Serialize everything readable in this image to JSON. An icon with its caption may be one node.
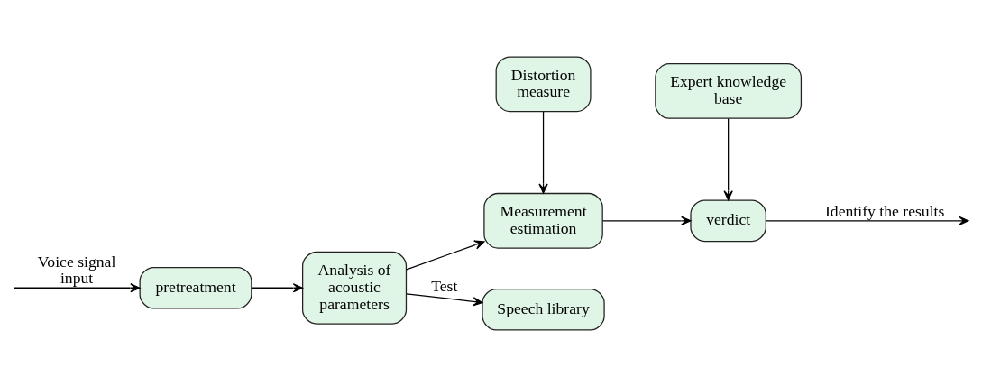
{
  "diagram": {
    "nodes": [
      {
        "text": [
          "pretreatment"
        ]
      },
      {
        "text": [
          "Analysis of acoustic parameters"
        ]
      },
      {
        "text": [
          "Distortion measure"
        ]
      },
      {
        "text": [
          "Measurement estimation"
        ]
      },
      {
        "text": [
          "verdict"
        ]
      },
      {
        "text": [
          "Speech library"
        ]
      },
      {
        "text": [
          "Expert knowledge base"
        ]
      }
    ],
    "edges": [
      {
        "from": null,
        "to": 0,
        "arrow": "to",
        "label": "Voice signal input"
      },
      {
        "from": 0,
        "to": 1,
        "arrow": "to"
      },
      {
        "from": 1,
        "to": 3,
        "arrow": "to"
      },
      {
        "from": 2,
        "to": 3,
        "arrow": "to"
      },
      {
        "from": 3,
        "to": 4,
        "arrow": "to"
      },
      {
        "from": 4,
        "to": null,
        "arrow": "to",
        "label": "Identify the results"
      },
      {
        "from": 1,
        "to": 5,
        "arrow": "to",
        "label": "Test"
      },
      {
        "from": 6,
        "to": 4,
        "arrow": "to"
      }
    ]
  }
}
